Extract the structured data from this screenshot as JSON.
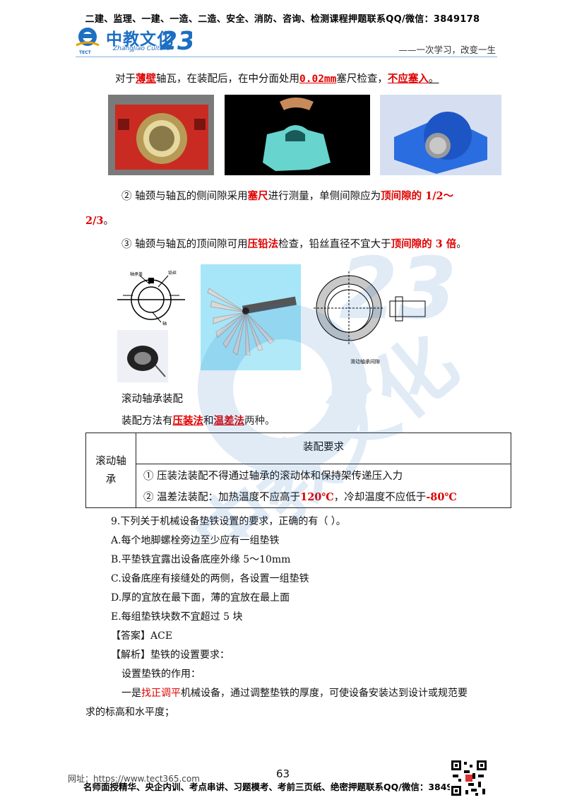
{
  "header": {
    "top_line": "二建、监理、一建、一造、二造、安全、消防、咨询、检测课程押题联系QQ/微信：3849178",
    "logo_text": "中教文化",
    "logo_en": "ZhangJiao Culture",
    "logo_tect": "TECT",
    "slogan": "——一次学习，改变一生"
  },
  "p1": {
    "a": "对于",
    "b": "薄壁",
    "c": "轴瓦，在装配后，在中分面处用",
    "d": "0.02mm",
    "e": "塞尺检查，",
    "f": "不应塞入",
    "g": "。"
  },
  "p2": {
    "a": "② 轴颈与轴瓦的侧间隙采用",
    "b": "塞尺",
    "c": "进行测量，单侧间隙应为",
    "d": "顶间隙的 1/2～",
    "e": "2/3",
    "f": "。"
  },
  "p3": {
    "a": "③ 轴颈与轴瓦的顶间隙可用",
    "b": "压铅法",
    "c": "检查，铅丝直径不宜大于",
    "d": "顶间隙的 3 倍",
    "e": "。"
  },
  "diagram_labels": {
    "bearing_cover": "轴承盖",
    "lead_wire": "铅丝",
    "shaft": "轴",
    "bearing_title": "滑动轴承间隙"
  },
  "section_title": "滚动轴承装配",
  "p4": {
    "a": "装配方法有",
    "b": "压装法",
    "c": "和",
    "d": "温差法",
    "e": "两种。"
  },
  "table": {
    "row_header": "滚动轴承",
    "col_header": "装配要求",
    "item1": "① 压装法装配不得通过轴承的滚动体和保持架传递压入力",
    "item2_a": "② 温差法装配：加热温度不应高于",
    "item2_b": "120℃",
    "item2_c": "，冷却温度不应低于",
    "item2_d": "-80℃"
  },
  "question": {
    "stem": "9.下列关于机械设备垫铁设置的要求，正确的有（  ）。",
    "options": [
      "A.每个地脚螺栓旁边至少应有一组垫铁",
      "B.平垫铁宜露出设备底座外缘 5～10mm",
      "C.设备底座有接缝处的两侧，各设置一组垫铁",
      "D.厚的宜放在最下面，薄的宜放在最上面",
      "E.每组垫铁块数不宜超过 5 块"
    ],
    "answer": "【答案】ACE",
    "analysis": "【解析】垫铁的设置要求：",
    "purpose": "设置垫铁的作用：",
    "body_a": "一是",
    "body_b": "找正调平",
    "body_c": "机械设备，通过调整垫铁的厚度，可使设备安装达到设计或规范要",
    "body_d": "求的标高和水平度；"
  },
  "footer": {
    "url": "网址：https://www.tect365.com",
    "page": "63",
    "line": "名师面授精华、央企内训、考点串讲、习题模考、考前三页纸、绝密押题联系QQ/微信：3849178"
  },
  "colors": {
    "accent_red": "#e00000",
    "brand_blue": "#1d6fc2"
  }
}
